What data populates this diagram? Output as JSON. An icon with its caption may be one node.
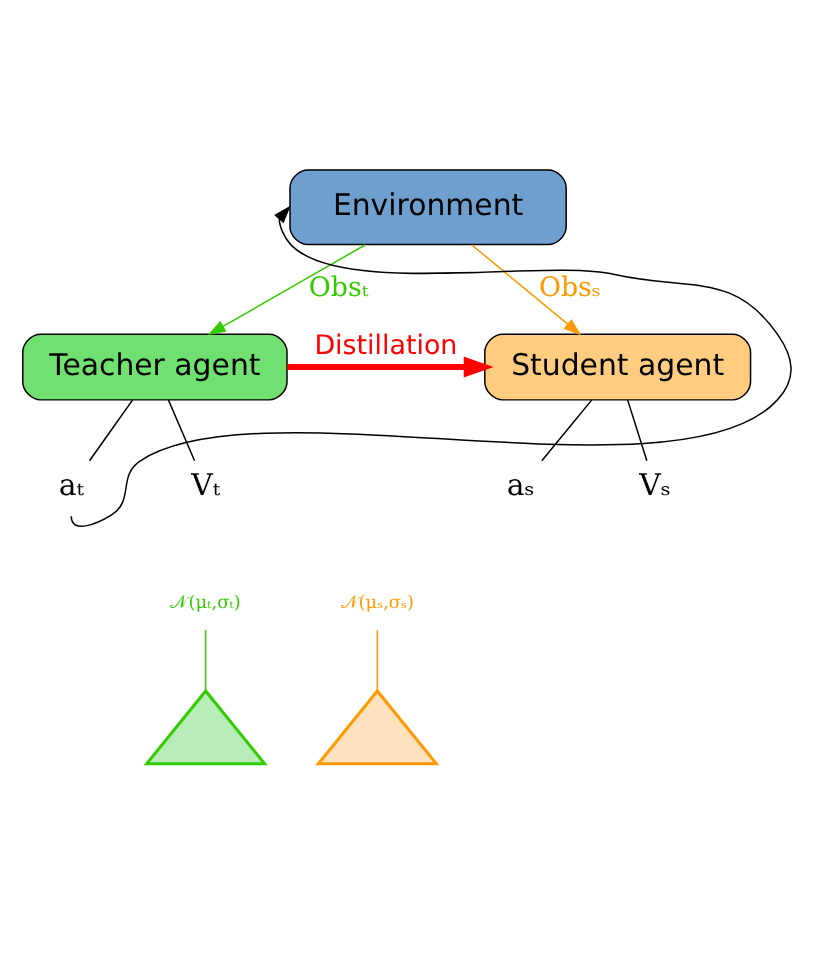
{
  "diagram": {
    "nodes": [
      {
        "text": [
          "Environment"
        ]
      },
      {
        "text": [
          "Teacher agent"
        ]
      },
      {
        "text": [
          "Student agent"
        ]
      },
      {
        "text": [
          "aₜ"
        ]
      },
      {
        "text": [
          "Vₜ"
        ]
      },
      {
        "text": [
          "aₛ"
        ]
      },
      {
        "text": [
          "Vₛ"
        ]
      },
      {
        "text": [
          "𝒩(μₜ,σₜ)"
        ]
      },
      {
        "text": [],
        "shape": "picture"
      },
      {
        "text": [
          "𝒩(μₛ,σₛ)"
        ]
      },
      {
        "text": [],
        "shape": "picture"
      }
    ],
    "edges": [
      {
        "from": 0,
        "to": 1,
        "arrow": "to",
        "label": "Obsₜ",
        "color": "#33cc00"
      },
      {
        "from": 0,
        "to": 2,
        "arrow": "to",
        "label": "Obsₛ",
        "color": "#ff9900"
      },
      {
        "from": 1,
        "to": 3,
        "arrow": "none"
      },
      {
        "from": 1,
        "to": 4,
        "arrow": "none"
      },
      {
        "from": 1,
        "to": 2,
        "arrow": "to",
        "label": "Distillation",
        "color": "#ff0000",
        "style": "thick"
      },
      {
        "from": 3,
        "to": 0,
        "arrow": "to"
      },
      {
        "from": 2,
        "to": 5,
        "arrow": "none"
      },
      {
        "from": 2,
        "to": 6,
        "arrow": "none"
      },
      {
        "from": 7,
        "to": 8,
        "arrow": "none",
        "color": "#33cc00"
      },
      {
        "from": 9,
        "to": 10,
        "arrow": "none",
        "color": "#ff9900"
      }
    ]
  }
}
